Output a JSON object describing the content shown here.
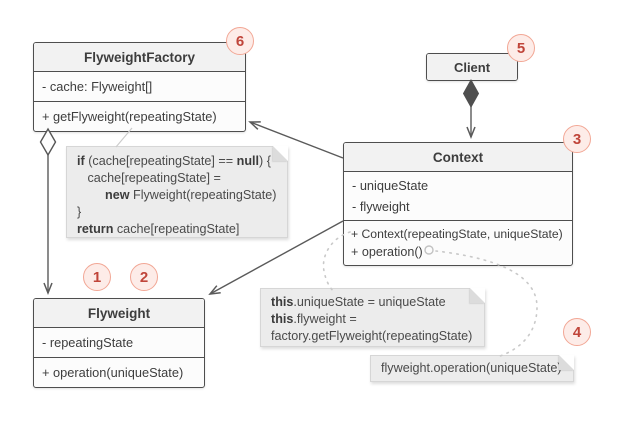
{
  "diagram_kind": "uml-class-diagram",
  "pattern": "Flyweight",
  "colors": {
    "background": "#ffffff",
    "box_border": "#4e4e4e",
    "box_title_fill": "#f2f2f2",
    "box_body_fill": "#fcfcfc",
    "text": "#3d3d3d",
    "note_fill": "#ececec",
    "note_border": "#d6d6d6",
    "note_text": "#4a4a4a",
    "arrow": "#5a5a5a",
    "dashed_link": "#c9c9c9",
    "badge_fill": "#fdece8",
    "badge_border": "#f2a795",
    "badge_text": "#c0453a"
  },
  "classes": {
    "factory": {
      "name": "FlyweightFactory",
      "fields": [
        "- cache: Flyweight[]"
      ],
      "methods": [
        "+ getFlyweight(repeatingState)"
      ]
    },
    "client": {
      "name": "Client"
    },
    "context": {
      "name": "Context",
      "fields": [
        "- uniqueState",
        "- flyweight"
      ],
      "methods": [
        "+ Context(repeatingState, uniqueState)",
        "+ operation()"
      ]
    },
    "flyweight": {
      "name": "Flyweight",
      "fields": [
        "- repeatingState"
      ],
      "methods": [
        "+ operation(uniqueState)"
      ]
    }
  },
  "badges": [
    "1",
    "2",
    "3",
    "4",
    "5",
    "6"
  ],
  "notes": {
    "factory_code": {
      "lines": [
        [
          {
            "t": "if",
            "b": 1
          },
          {
            "t": " (cache[repeatingState] == "
          },
          {
            "t": "null",
            "b": 1
          },
          {
            "t": ") {"
          }
        ],
        [
          {
            "t": "   cache[repeatingState] ="
          }
        ],
        [
          {
            "t": "        "
          },
          {
            "t": "new",
            "b": 1
          },
          {
            "t": " Flyweight(repeatingState)"
          }
        ],
        [
          {
            "t": "}"
          }
        ],
        [
          {
            "t": "return",
            "b": 1
          },
          {
            "t": " cache[repeatingState]"
          }
        ]
      ]
    },
    "context_ctor_code": {
      "lines": [
        [
          {
            "t": "this",
            "b": 1
          },
          {
            "t": ".uniqueState = uniqueState"
          }
        ],
        [
          {
            "t": "this",
            "b": 1
          },
          {
            "t": ".flyweight ="
          }
        ],
        [
          {
            "t": "factory.getFlyweight(repeatingState)"
          }
        ]
      ]
    },
    "operation_code": {
      "lines": [
        [
          {
            "t": "flyweight.operation(uniqueState)"
          }
        ]
      ]
    }
  },
  "relationships": [
    {
      "from": "FlyweightFactory",
      "to": "Flyweight",
      "type": "aggregation"
    },
    {
      "from": "Client",
      "to": "Context",
      "type": "composition"
    },
    {
      "from": "Context",
      "to": "FlyweightFactory",
      "type": "association"
    },
    {
      "from": "Context",
      "to": "Flyweight",
      "type": "association"
    }
  ]
}
